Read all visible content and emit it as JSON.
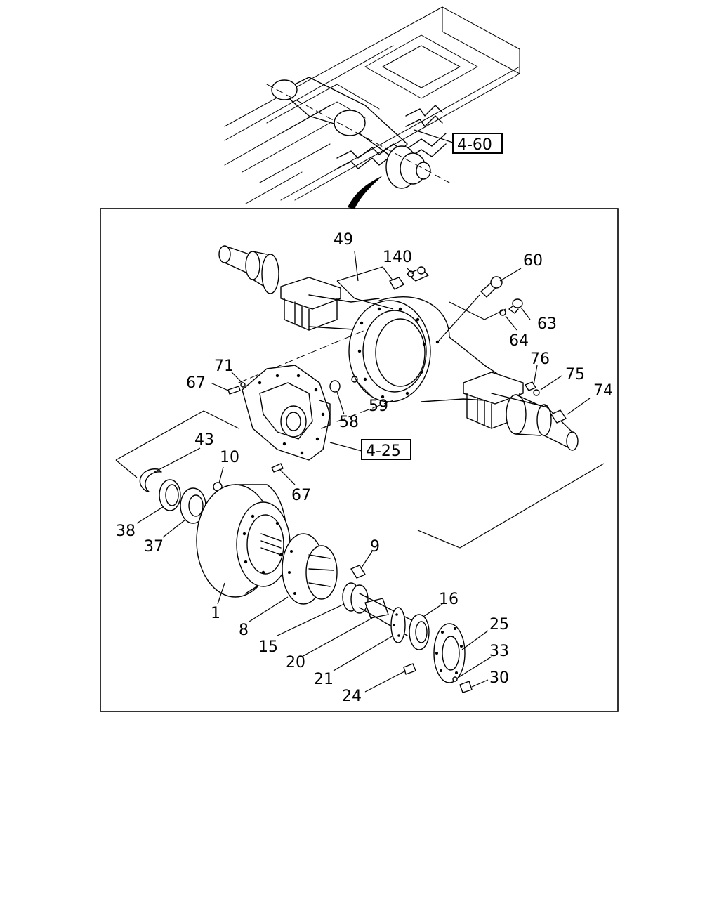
{
  "refs": {
    "frame": "4-60",
    "carrier": "4-25"
  },
  "labels": {
    "p49": "49",
    "p140": "140",
    "p60": "60",
    "p63": "63",
    "p64": "64",
    "p71": "71",
    "p67a": "67",
    "p76": "76",
    "p75": "75",
    "p74": "74",
    "p59": "59",
    "p58": "58",
    "p43": "43",
    "p10": "10",
    "p67b": "67",
    "p38": "38",
    "p37": "37",
    "p9": "9",
    "p16": "16",
    "p25": "25",
    "p33": "33",
    "p30": "30",
    "p1": "1",
    "p8": "8",
    "p15": "15",
    "p20": "20",
    "p21": "21",
    "p24": "24"
  }
}
